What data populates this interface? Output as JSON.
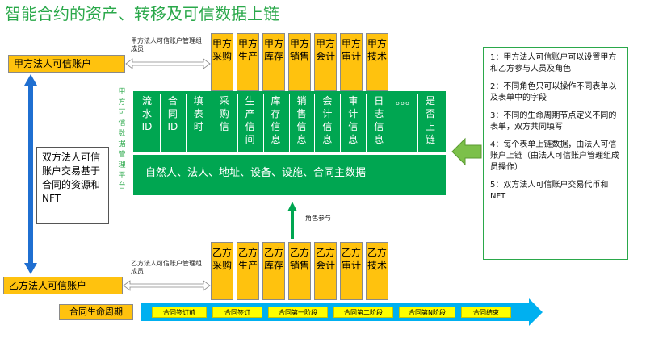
{
  "title": "智能合约的资产、转移及可信数据上链",
  "party_a_account": "甲方法人可信账户",
  "party_b_account": "乙方法人可信账户",
  "party_a_admin_note": "甲方法人可信账户管理组成员",
  "party_b_admin_note": "乙方法人可信账户管理组成员",
  "vertical_label": "甲方可信数据管理平台",
  "role_participation": "角色参与",
  "trade_box": "双方法人可信账户交易基于合同的资源和NFT",
  "party_a_roles": [
    "甲方采购",
    "甲方生产",
    "甲方库存",
    "甲方销售",
    "甲方会计",
    "甲方审计",
    "甲方技术"
  ],
  "party_b_roles": [
    "乙方采购",
    "乙方生产",
    "乙方库存",
    "乙方销售",
    "乙方会计",
    "乙方审计",
    "乙方技术"
  ],
  "fields": [
    "流水ID",
    "合同ID",
    "填表时",
    "采购信",
    "生产信间",
    "库存信息",
    "销售信息",
    "会计信息",
    "审计信息",
    "日志信息",
    "。。。",
    "是否上链"
  ],
  "master_data": "自然人、法人、地址、设备、设施、合同主数据",
  "notes": [
    "1：甲方法人可信账户可以设置甲方和乙方参与人员及角色",
    "2：不同角色只可以操作不同表单以及表单中的字段",
    "3：不同的生命周期节点定义不同的表单，双方共同填写",
    "4：每个表单上链数据，由法人可信账户上链（由法人可信账户管理组成员操作）",
    "5：双方法人可信账户交易代币和NFT"
  ],
  "lifecycle_label": "合同生命周期",
  "stages": [
    "合同签订前",
    "合同签订",
    "合同第一阶段",
    "合同第二阶段",
    "合同第N阶段",
    "合同结束"
  ],
  "colors": {
    "green": "#00a651",
    "orange": "#ffc20e",
    "yellow": "#ffff00",
    "blue": "#1f6fd1",
    "cyan": "#00b0f0"
  }
}
